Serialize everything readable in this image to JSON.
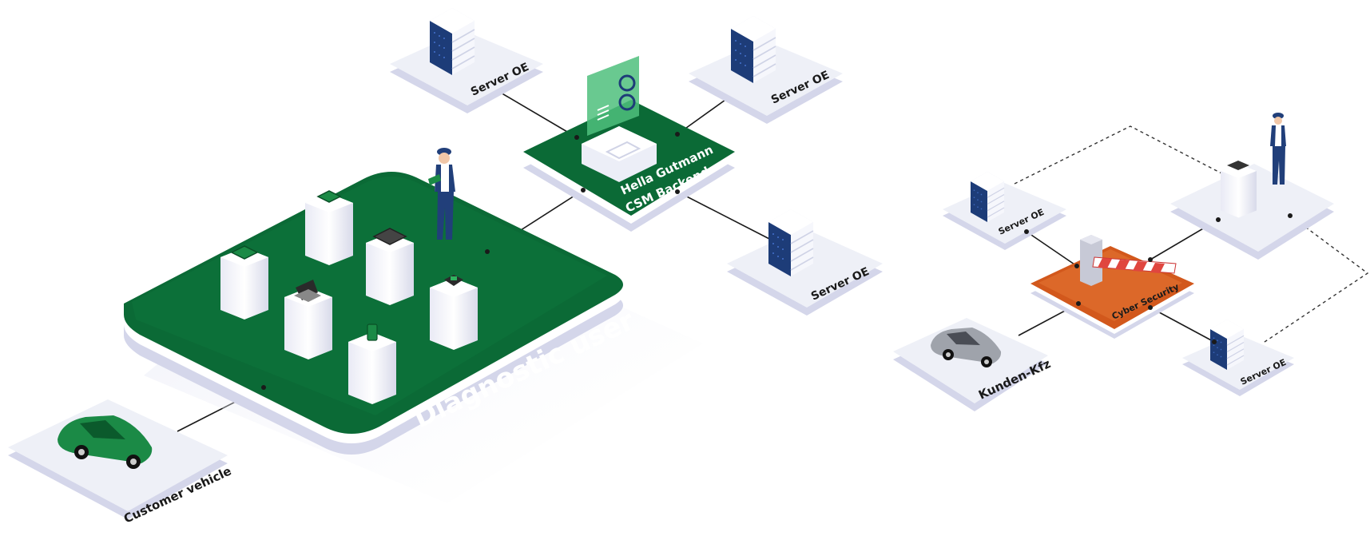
{
  "labels": {
    "server_oe_1": "Server OE",
    "server_oe_2": "Server OE",
    "server_oe_3": "Server OE",
    "backend_line1": "Hella Gutmann",
    "backend_line2": "CSM Backend",
    "diagnostic_user": "Diagnostic user",
    "customer_vehicle": "Customer vehicle",
    "server_oe_r1": "Server OE",
    "server_oe_r2": "Server OE",
    "cyber_security": "Cyber Security",
    "kunden_kfz": "Kunden-Kfz"
  },
  "colors": {
    "green_dark": "#0b6a36",
    "green": "#0e7a3f",
    "green_light": "#1e9a52",
    "orange": "#d2581c",
    "orange_light": "#e57735",
    "platform_top": "#eef0f7",
    "platform_side": "#cfd2e6",
    "server_navy": "#1d3c78",
    "server_white": "#f4f5fb",
    "worker_navy": "#213f7a",
    "car_grey": "#9fa3ab",
    "barrier_red": "#e0463f"
  },
  "icons": {
    "person_left": "technician-with-tablet",
    "person_right": "technician-at-terminal",
    "customer_car": "green-car-icon",
    "kunden_car": "grey-car-icon",
    "barrier": "barrier-gate-icon"
  }
}
